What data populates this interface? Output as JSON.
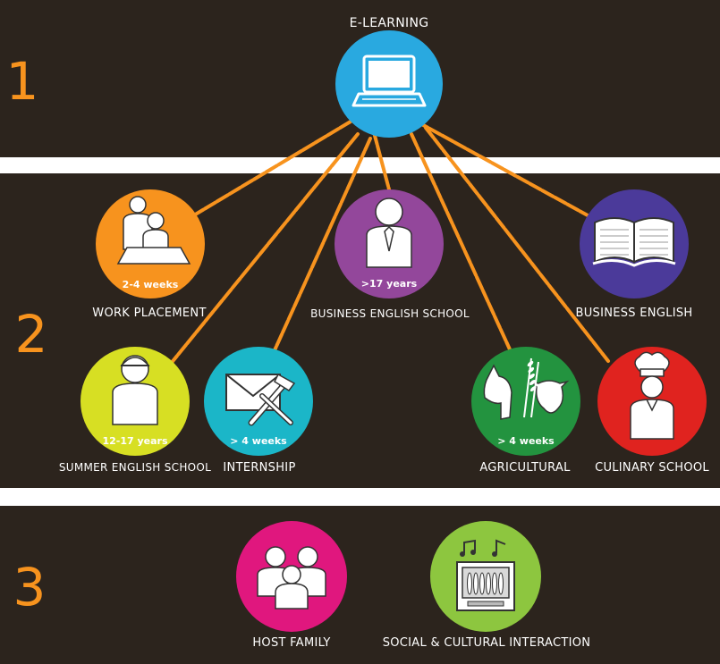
{
  "section_numbers": [
    "1",
    "2",
    "3"
  ],
  "top": {
    "label": "E-LEARNING",
    "color": "#29a9e0",
    "icon": "laptop-icon"
  },
  "nodes": [
    {
      "key": "work-placement",
      "label": "WORK PLACEMENT",
      "badge": "2-4 weeks",
      "color": "#f7931e",
      "icon": "teacher-student-icon"
    },
    {
      "key": "business-english-school",
      "label": "BUSINESS ENGLISH SCHOOL",
      "badge": ">17 years",
      "color": "#93479b",
      "icon": "businessman-icon"
    },
    {
      "key": "business-english",
      "label": "BUSINESS ENGLISH",
      "badge": "",
      "color": "#4b3a9a",
      "icon": "open-book-icon"
    },
    {
      "key": "summer-english-school",
      "label": "SUMMER ENGLISH SCHOOL",
      "badge": "12-17 years",
      "color": "#d7df23",
      "icon": "student-cap-icon"
    },
    {
      "key": "internship",
      "label": "INTERNSHIP",
      "badge": "> 4 weeks",
      "color": "#1bb6c8",
      "icon": "envelope-tools-icon"
    },
    {
      "key": "agricultural",
      "label": "AGRICULTURAL",
      "badge": "> 4 weeks",
      "color": "#23933f",
      "icon": "horse-cow-icon"
    },
    {
      "key": "culinary-school",
      "label": "CULINARY SCHOOL",
      "badge": "",
      "color": "#e0231f",
      "icon": "chef-icon"
    }
  ],
  "bottom": [
    {
      "key": "host-family",
      "label": "HOST FAMILY",
      "color": "#e0177e",
      "icon": "family-icon"
    },
    {
      "key": "social-cultural",
      "label": "SOCIAL & CULTURAL INTERACTION",
      "color": "#8dc63f",
      "icon": "jukebox-icon"
    }
  ],
  "connector_color": "#f7931e"
}
